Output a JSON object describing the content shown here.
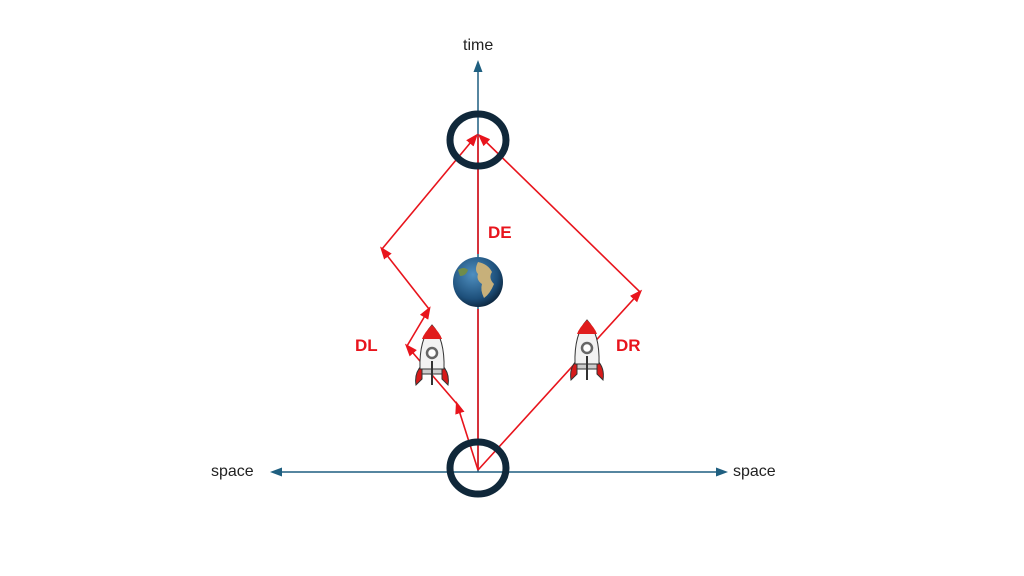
{
  "axes": {
    "time_label": "time",
    "space_left_label": "space",
    "space_right_label": "space"
  },
  "paths": {
    "earth_label": "DE",
    "left_label": "DL",
    "right_label": "DR"
  },
  "colors": {
    "axis": "#1f5f80",
    "path": "#e8141c",
    "ring": "#10283a"
  }
}
